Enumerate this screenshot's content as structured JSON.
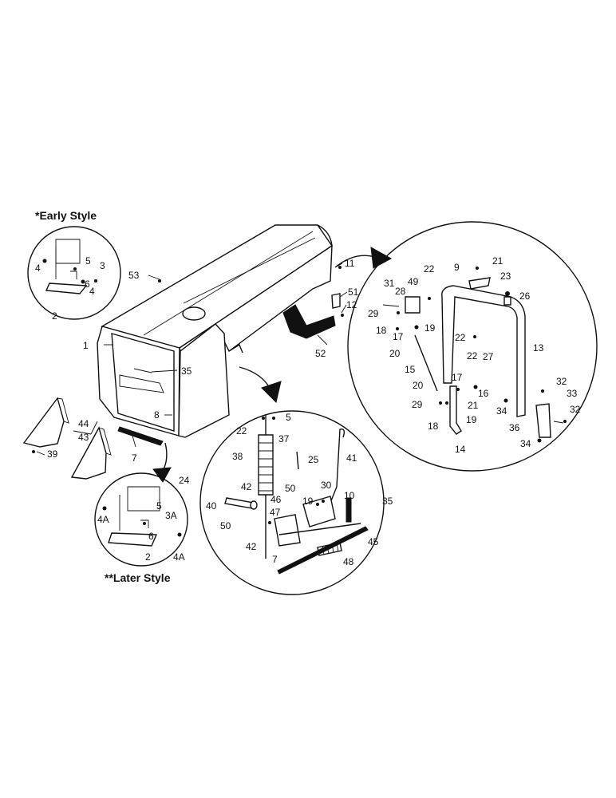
{
  "headings": {
    "early_style": "*Early Style",
    "later_style": "**Later Style"
  },
  "callouts": {
    "main": [
      "53",
      "1",
      "35",
      "8",
      "11",
      "51",
      "12",
      "52",
      "44",
      "43",
      "39",
      "7"
    ],
    "early_detail": [
      "4",
      "5",
      "3",
      "6",
      "4",
      "2"
    ],
    "later_detail": [
      "24",
      "5",
      "3A",
      "4A",
      "6",
      "4A",
      "2"
    ],
    "lower_circle": [
      "5",
      "22",
      "37",
      "38",
      "25",
      "41",
      "42",
      "40",
      "50",
      "30",
      "19",
      "10",
      "46",
      "47",
      "35",
      "50",
      "42",
      "45",
      "48",
      "7"
    ],
    "right_circle": [
      "9",
      "21",
      "22",
      "23",
      "31",
      "28",
      "49",
      "26",
      "29",
      "18",
      "19",
      "17",
      "22",
      "20",
      "27",
      "13",
      "22",
      "15",
      "17",
      "20",
      "16",
      "29",
      "21",
      "19",
      "18",
      "14",
      "32",
      "33",
      "34",
      "32",
      "36",
      "34"
    ]
  }
}
